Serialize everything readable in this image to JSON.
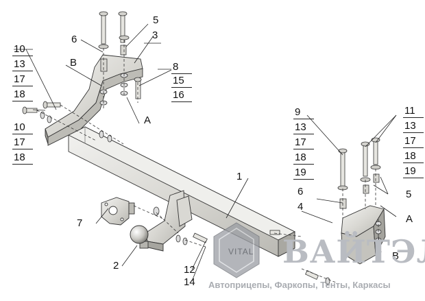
{
  "diagram": {
    "callouts": {
      "p1": "1",
      "p2": "2",
      "p3": "3",
      "p4": "4",
      "p5_top": "5",
      "p5_right": "5",
      "p6_top": "6",
      "p6_right": "6",
      "p7": "7",
      "p12": "12",
      "p14": "14",
      "letter_b_top": "B",
      "letter_a_top": "A",
      "letter_a_right": "A",
      "letter_b_right": "B"
    },
    "stacks": {
      "left_top": [
        "10",
        "13",
        "17",
        "18"
      ],
      "left_bottom": [
        "10",
        "17",
        "18"
      ],
      "mid_right": [
        "8",
        "15",
        "16"
      ],
      "right_a": [
        "9",
        "13",
        "17",
        "18",
        "19"
      ],
      "right_b": [
        "11",
        "13",
        "17",
        "18",
        "19"
      ]
    }
  },
  "watermark": {
    "logo_text": "VITAL",
    "brand": "ВАЙТЭЛ",
    "tagline": "Автоприцепы, Фаркопы, Тенты, Каркасы"
  }
}
